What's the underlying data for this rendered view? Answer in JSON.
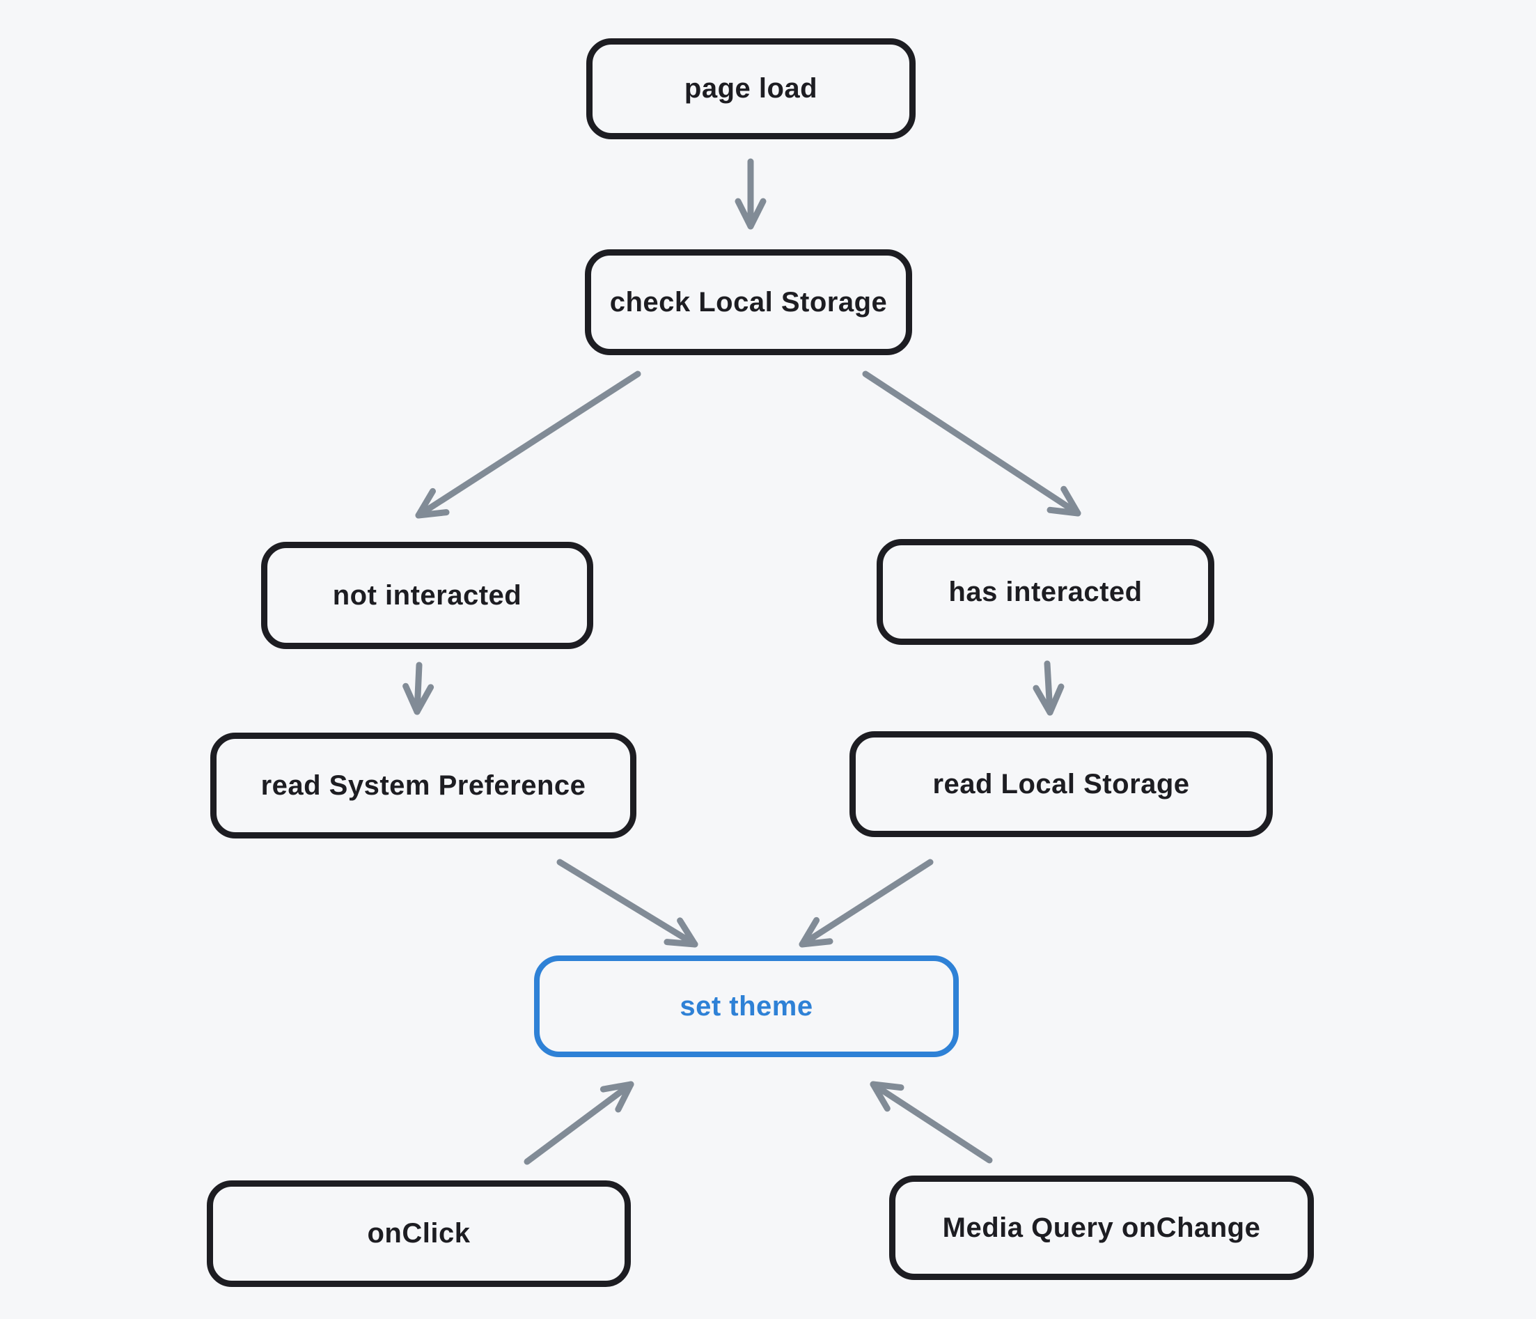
{
  "diagram": {
    "background": "#f6f7f9",
    "colors": {
      "bg": "#f6f7f9",
      "node-border": "#1d1d22",
      "node-text": "#1d1d22",
      "arrow": "#818b96",
      "accent": "#2e81d6"
    },
    "nodes": [
      {
        "id": "page-load",
        "label": "page load",
        "variant": "default"
      },
      {
        "id": "check-local-storage",
        "label": "check Local Storage",
        "variant": "default"
      },
      {
        "id": "not-interacted",
        "label": "not interacted",
        "variant": "default"
      },
      {
        "id": "has-interacted",
        "label": "has interacted",
        "variant": "default"
      },
      {
        "id": "read-system-preference",
        "label": "read System Preference",
        "variant": "default"
      },
      {
        "id": "read-local-storage",
        "label": "read Local Storage",
        "variant": "default"
      },
      {
        "id": "set-theme",
        "label": "set theme",
        "variant": "accent"
      },
      {
        "id": "onclick",
        "label": "onClick",
        "variant": "default"
      },
      {
        "id": "media-query-onchange",
        "label": "Media Query onChange",
        "variant": "default"
      }
    ],
    "edges": [
      {
        "from": "page-load",
        "to": "check-local-storage"
      },
      {
        "from": "check-local-storage",
        "to": "not-interacted"
      },
      {
        "from": "check-local-storage",
        "to": "has-interacted"
      },
      {
        "from": "not-interacted",
        "to": "read-system-preference"
      },
      {
        "from": "has-interacted",
        "to": "read-local-storage"
      },
      {
        "from": "read-system-preference",
        "to": "set-theme"
      },
      {
        "from": "read-local-storage",
        "to": "set-theme"
      },
      {
        "from": "onclick",
        "to": "set-theme"
      },
      {
        "from": "media-query-onchange",
        "to": "set-theme"
      }
    ]
  }
}
